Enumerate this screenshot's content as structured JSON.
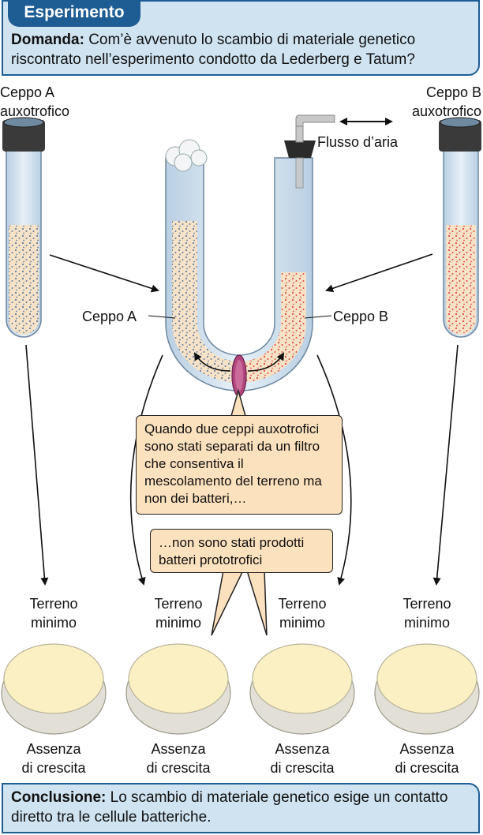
{
  "header": {
    "tab_label": "Esperimento",
    "question_prefix": "Domanda:",
    "question_text": "Com’è avvenuto lo scambio di materiale genetico riscontrato nell’esperimento condotto da Lederberg e Tatum?"
  },
  "labels": {
    "strain_a_top": "Ceppo A",
    "strain_a_bottom": "auxotrofico",
    "strain_b_top": "Ceppo B",
    "strain_b_bottom": "auxotrofico",
    "airflow": "Flusso d’aria",
    "u_strain_a": "Ceppo A",
    "u_strain_b": "Ceppo B"
  },
  "callouts": {
    "filter_note": "Quando due ceppi auxotrofici sono stati separati da un filtro che consentiva il mescolamento del terreno ma non dei batteri,…",
    "result_note": "…non sono stati prodotti batteri prototrofici"
  },
  "plates": [
    {
      "medium_top": "Terreno",
      "medium_bottom": "minimo",
      "result_top": "Assenza",
      "result_bottom": "di crescita"
    },
    {
      "medium_top": "Terreno",
      "medium_bottom": "minimo",
      "result_top": "Assenza",
      "result_bottom": "di crescita"
    },
    {
      "medium_top": "Terreno",
      "medium_bottom": "minimo",
      "result_top": "Assenza",
      "result_bottom": "di crescita"
    },
    {
      "medium_top": "Terreno",
      "medium_bottom": "minimo",
      "result_top": "Assenza",
      "result_bottom": "di crescita"
    }
  ],
  "footer": {
    "conclusion_prefix": "Conclusione:",
    "conclusion_text": "Lo scambio di materiale genetico esige un contatto diretto tra le cellule batteriche."
  },
  "colors": {
    "accent": "#1e5d94",
    "panel": "#cfe3f1",
    "medium": "#f6e2c6",
    "strain_a_dots": "#2f5f9a",
    "strain_b_dots": "#d62828",
    "filter": "#b0467c",
    "callout": "#fbe1bd",
    "plate_agar": "#fbf0c4"
  }
}
